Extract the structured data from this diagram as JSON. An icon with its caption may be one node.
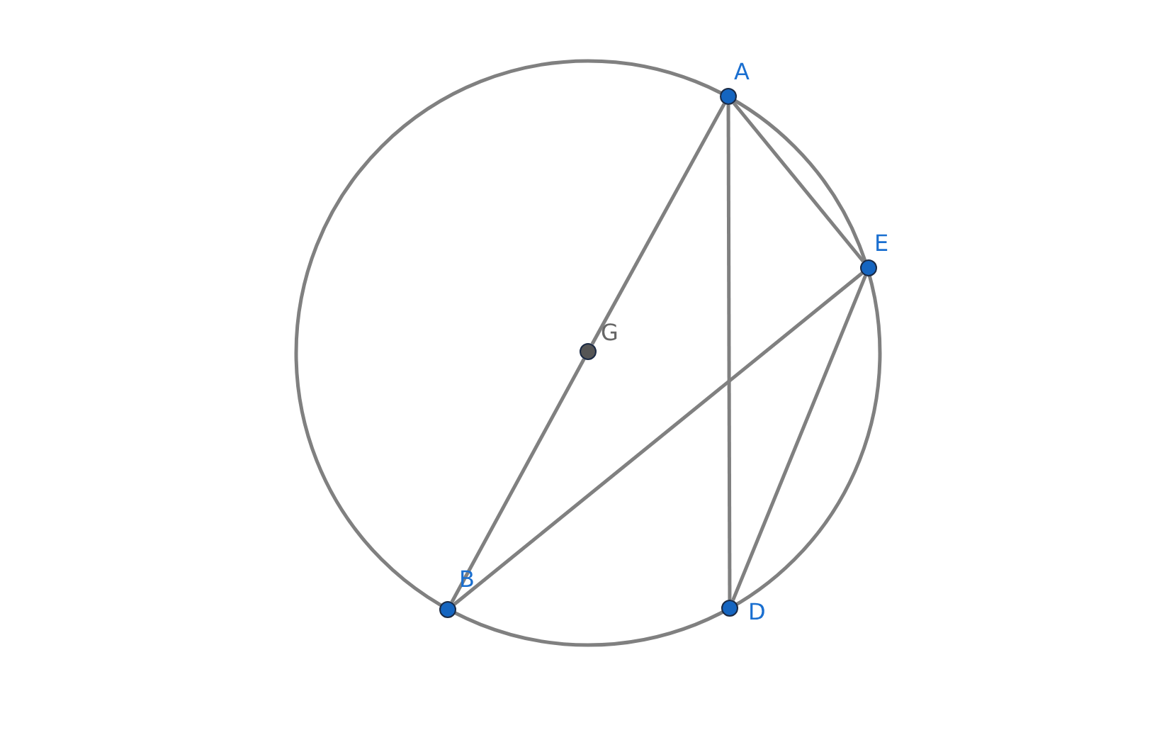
{
  "diagram": {
    "nodes": [
      {
        "text": [
          "A"
        ]
      },
      {
        "text": [
          "E"
        ]
      },
      {
        "text": [
          "G"
        ]
      },
      {
        "text": [
          "B"
        ]
      },
      {
        "text": [
          "D"
        ]
      }
    ],
    "edges": [
      {
        "from": 0,
        "to": 2,
        "arrow": "none"
      },
      {
        "from": 2,
        "to": 3,
        "arrow": "none"
      },
      {
        "from": 0,
        "to": 4,
        "arrow": "none"
      },
      {
        "from": 0,
        "to": 1,
        "arrow": "none"
      },
      {
        "from": 1,
        "to": 3,
        "arrow": "none"
      },
      {
        "from": 1,
        "to": 4,
        "arrow": "none"
      }
    ]
  }
}
